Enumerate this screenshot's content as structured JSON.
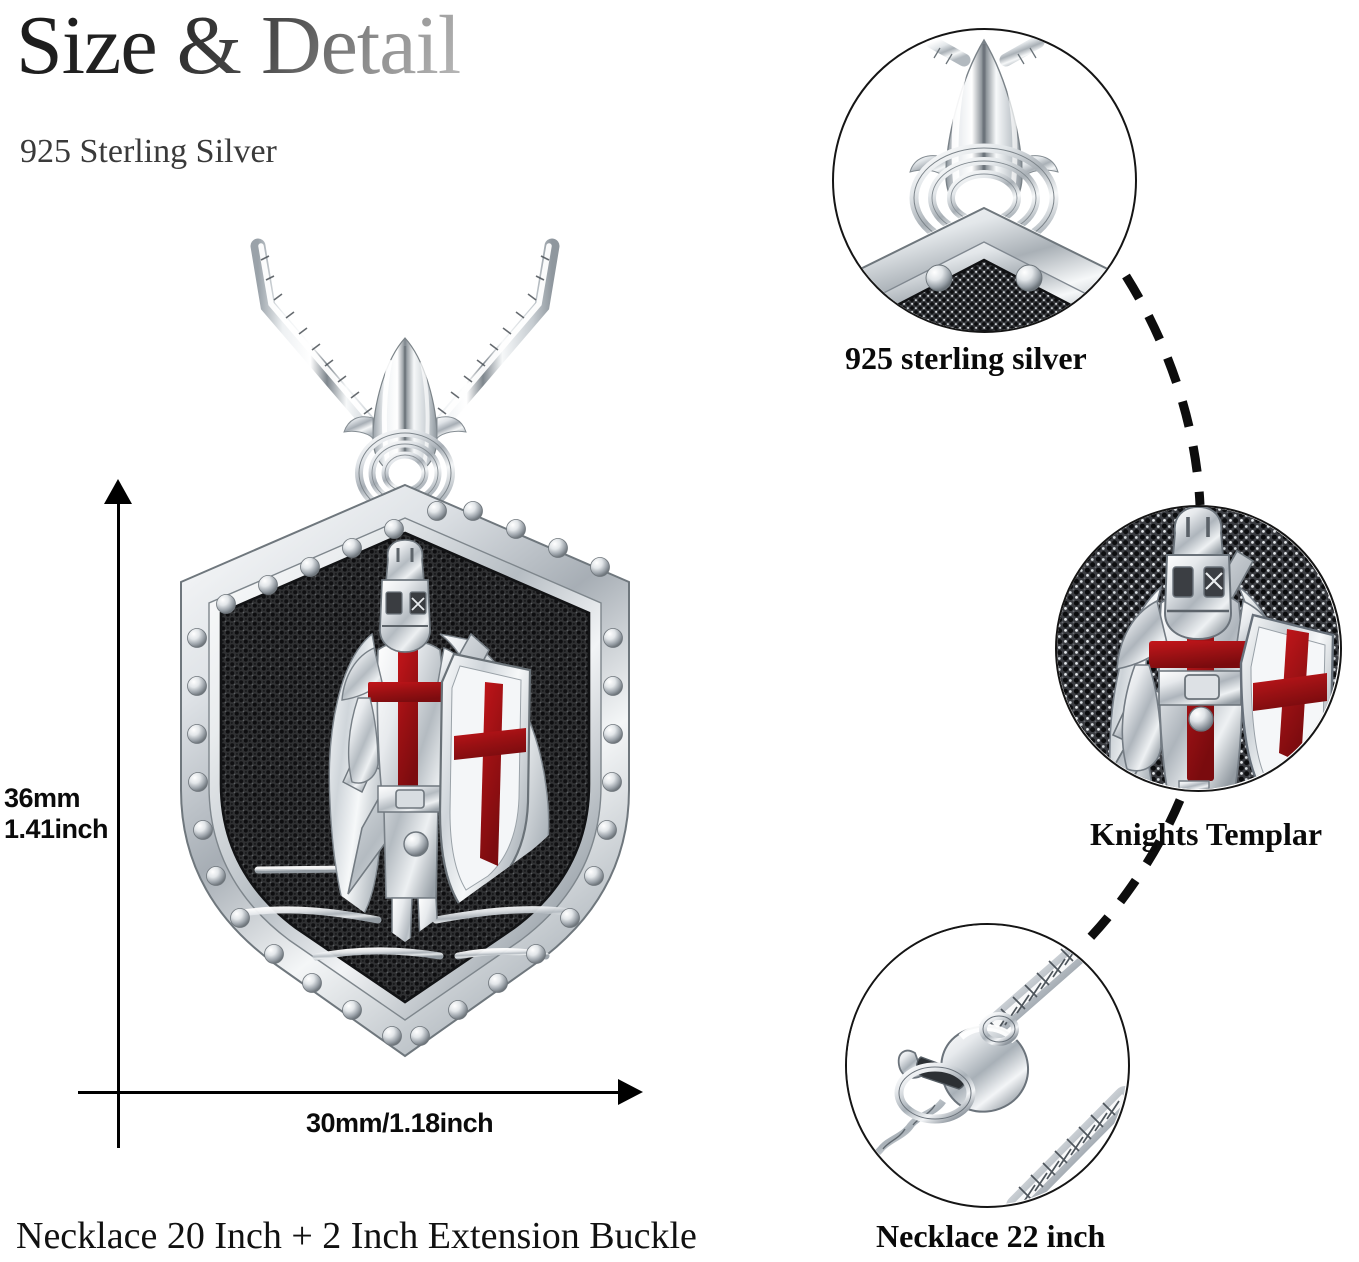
{
  "page": {
    "title": "Size & Detail",
    "subtitle": "925 Sterling Silver",
    "background_color": "#ffffff"
  },
  "product": {
    "name": "Knights Templar Shield Pendant Necklace",
    "material": "925 Sterling Silver",
    "pendant_shape": "shield",
    "accent_color": "#a81014",
    "silver_color": "#d9dde1",
    "oxidized_color": "#2b2b2b"
  },
  "dimensions": {
    "height_label_line1": "36mm",
    "height_label_line2": "1.41inch",
    "width_label": "30mm/1.18inch",
    "height_mm": 36,
    "height_inch": 1.41,
    "width_mm": 30,
    "width_inch": 1.18
  },
  "captions": {
    "bottom_left": "Necklace 20 Inch + 2 Inch Extension Buckle",
    "detail_bail": "925 sterling silver",
    "detail_knight": "Knights Templar",
    "detail_clasp": "Necklace 22 inch"
  },
  "details": [
    {
      "id": "bail",
      "label": "925 sterling silver",
      "subject": "pendant-bail-closeup"
    },
    {
      "id": "knight",
      "label": "Knights Templar",
      "subject": "knight-templar-relief-closeup"
    },
    {
      "id": "clasp",
      "label": "Necklace 22 inch",
      "subject": "lobster-clasp-chain-closeup"
    }
  ],
  "icons": {
    "arrow_up": "height-arrow-icon",
    "arrow_right": "width-arrow-icon",
    "dashed_leader": "dashed-leader-line-icon"
  }
}
